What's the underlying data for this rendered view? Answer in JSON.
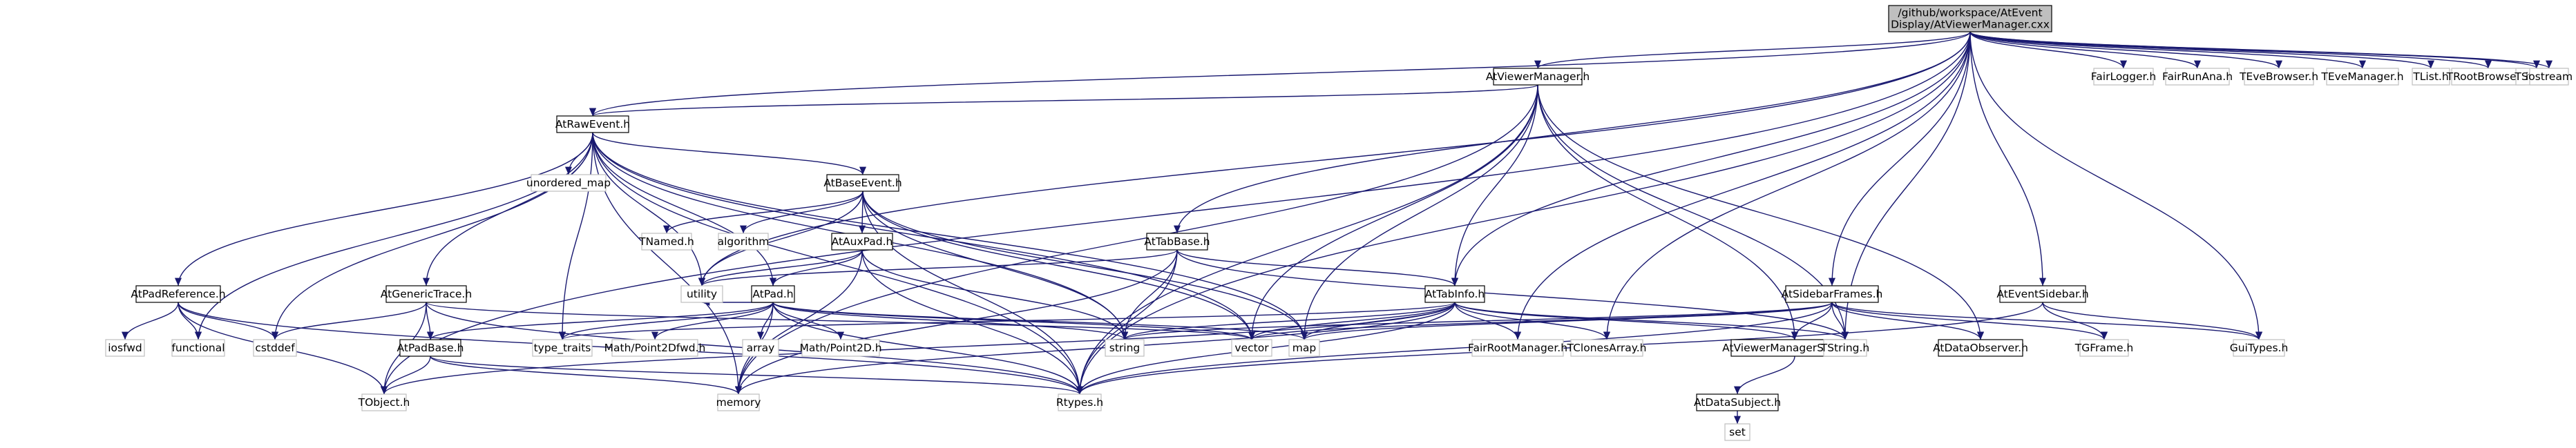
{
  "graph": {
    "title": "include-dependency-graph",
    "colors": {
      "edge": "#191970",
      "node_fill": "#ffffff",
      "node_border": "#000000",
      "system_border": "#bfbfbf",
      "root_fill": "#bfbfbf",
      "system_text": "#000000"
    },
    "root": {
      "id": "root",
      "lines": [
        "/github/workspace/AtEvent",
        "Display/AtViewerManager.cxx"
      ]
    },
    "nodes": [
      {
        "id": "AtViewerManager",
        "label": "AtViewerManager.h",
        "kind": "project"
      },
      {
        "id": "AtRawEvent",
        "label": "AtRawEvent.h",
        "kind": "project"
      },
      {
        "id": "AtBaseEvent",
        "label": "AtBaseEvent.h",
        "kind": "project"
      },
      {
        "id": "AtAuxPad",
        "label": "AtAuxPad.h",
        "kind": "project"
      },
      {
        "id": "AtTabBase",
        "label": "AtTabBase.h",
        "kind": "project"
      },
      {
        "id": "AtPadReference",
        "label": "AtPadReference.h",
        "kind": "project"
      },
      {
        "id": "AtGenericTrace",
        "label": "AtGenericTrace.h",
        "kind": "project"
      },
      {
        "id": "AtPad",
        "label": "AtPad.h",
        "kind": "project"
      },
      {
        "id": "AtTabInfo",
        "label": "AtTabInfo.h",
        "kind": "project"
      },
      {
        "id": "AtSidebarFrames",
        "label": "AtSidebarFrames.h",
        "kind": "project"
      },
      {
        "id": "AtEventSidebar",
        "label": "AtEventSidebar.h",
        "kind": "project"
      },
      {
        "id": "AtPadBase",
        "label": "AtPadBase.h",
        "kind": "project"
      },
      {
        "id": "AtViewerManagerSubject",
        "label": "AtViewerManagerSubject.h",
        "kind": "project"
      },
      {
        "id": "AtDataObserver",
        "label": "AtDataObserver.h",
        "kind": "project"
      },
      {
        "id": "AtDataSubject",
        "label": "AtDataSubject.h",
        "kind": "project"
      },
      {
        "id": "FairLogger",
        "label": "FairLogger.h",
        "kind": "system"
      },
      {
        "id": "FairRunAna",
        "label": "FairRunAna.h",
        "kind": "system"
      },
      {
        "id": "TEveBrowser",
        "label": "TEveBrowser.h",
        "kind": "system"
      },
      {
        "id": "TEveManager",
        "label": "TEveManager.h",
        "kind": "system"
      },
      {
        "id": "TList",
        "label": "TList.h",
        "kind": "system"
      },
      {
        "id": "TRootBrowser",
        "label": "TRootBrowser.h",
        "kind": "system"
      },
      {
        "id": "TStyle",
        "label": "TStyle.h",
        "kind": "system"
      },
      {
        "id": "iostream",
        "label": "iostream",
        "kind": "system"
      },
      {
        "id": "unordered_map",
        "label": "unordered_map",
        "kind": "system"
      },
      {
        "id": "TNamed",
        "label": "TNamed.h",
        "kind": "system"
      },
      {
        "id": "algorithm",
        "label": "algorithm",
        "kind": "system"
      },
      {
        "id": "utility",
        "label": "utility",
        "kind": "system"
      },
      {
        "id": "iosfwd",
        "label": "iosfwd",
        "kind": "system"
      },
      {
        "id": "functional",
        "label": "functional",
        "kind": "system"
      },
      {
        "id": "cstddef",
        "label": "cstddef",
        "kind": "system"
      },
      {
        "id": "type_traits",
        "label": "type_traits",
        "kind": "system"
      },
      {
        "id": "MathPoint2Dfwd",
        "label": "Math/Point2Dfwd.h",
        "kind": "system"
      },
      {
        "id": "array",
        "label": "array",
        "kind": "system"
      },
      {
        "id": "MathPoint2D",
        "label": "Math/Point2D.h",
        "kind": "system"
      },
      {
        "id": "string",
        "label": "string",
        "kind": "system"
      },
      {
        "id": "vector",
        "label": "vector",
        "kind": "system"
      },
      {
        "id": "map",
        "label": "map",
        "kind": "system"
      },
      {
        "id": "FairRootManager",
        "label": "FairRootManager.h",
        "kind": "system"
      },
      {
        "id": "TClonesArray",
        "label": "TClonesArray.h",
        "kind": "system"
      },
      {
        "id": "TString",
        "label": "TString.h",
        "kind": "system"
      },
      {
        "id": "TGFrame",
        "label": "TGFrame.h",
        "kind": "system"
      },
      {
        "id": "GuiTypes",
        "label": "GuiTypes.h",
        "kind": "system"
      },
      {
        "id": "TObject",
        "label": "TObject.h",
        "kind": "system"
      },
      {
        "id": "memory",
        "label": "memory",
        "kind": "system"
      },
      {
        "id": "Rtypes",
        "label": "Rtypes.h",
        "kind": "system"
      },
      {
        "id": "set",
        "label": "set",
        "kind": "system"
      }
    ],
    "edges": [
      [
        "root",
        "AtViewerManager"
      ],
      [
        "root",
        "FairLogger"
      ],
      [
        "root",
        "FairRunAna"
      ],
      [
        "root",
        "TEveBrowser"
      ],
      [
        "root",
        "TEveManager"
      ],
      [
        "root",
        "TList"
      ],
      [
        "root",
        "TRootBrowser"
      ],
      [
        "root",
        "TStyle"
      ],
      [
        "root",
        "iostream"
      ],
      [
        "root",
        "AtRawEvent"
      ],
      [
        "root",
        "AtTabBase"
      ],
      [
        "root",
        "AtSidebarFrames"
      ],
      [
        "root",
        "AtEventSidebar"
      ],
      [
        "root",
        "AtTabInfo"
      ],
      [
        "root",
        "FairRootManager"
      ],
      [
        "root",
        "TClonesArray"
      ],
      [
        "root",
        "TString"
      ],
      [
        "root",
        "GuiTypes"
      ],
      [
        "root",
        "Rtypes"
      ],
      [
        "root",
        "TObject"
      ],
      [
        "root",
        "utility"
      ],
      [
        "AtViewerManager",
        "AtRawEvent"
      ],
      [
        "AtViewerManager",
        "AtTabInfo"
      ],
      [
        "AtViewerManager",
        "AtViewerManagerSubject"
      ],
      [
        "AtViewerManager",
        "AtDataObserver"
      ],
      [
        "AtViewerManager",
        "TString"
      ],
      [
        "AtViewerManager",
        "map"
      ],
      [
        "AtViewerManager",
        "vector"
      ],
      [
        "AtViewerManager",
        "memory"
      ],
      [
        "AtViewerManager",
        "Rtypes"
      ],
      [
        "AtRawEvent",
        "AtBaseEvent"
      ],
      [
        "AtRawEvent",
        "AtPadReference"
      ],
      [
        "AtRawEvent",
        "AtGenericTrace"
      ],
      [
        "AtRawEvent",
        "unordered_map"
      ],
      [
        "AtRawEvent",
        "utility"
      ],
      [
        "AtRawEvent",
        "functional"
      ],
      [
        "AtRawEvent",
        "cstddef"
      ],
      [
        "AtRawEvent",
        "type_traits"
      ],
      [
        "AtRawEvent",
        "string"
      ],
      [
        "AtRawEvent",
        "vector"
      ],
      [
        "AtRawEvent",
        "map"
      ],
      [
        "AtRawEvent",
        "memory"
      ],
      [
        "AtRawEvent",
        "Rtypes"
      ],
      [
        "AtRawEvent",
        "AtPad"
      ],
      [
        "AtBaseEvent",
        "AtAuxPad"
      ],
      [
        "AtBaseEvent",
        "TNamed"
      ],
      [
        "AtBaseEvent",
        "algorithm"
      ],
      [
        "AtBaseEvent",
        "utility"
      ],
      [
        "AtBaseEvent",
        "string"
      ],
      [
        "AtBaseEvent",
        "map"
      ],
      [
        "AtBaseEvent",
        "vector"
      ],
      [
        "AtBaseEvent",
        "Rtypes"
      ],
      [
        "AtAuxPad",
        "AtPad"
      ],
      [
        "AtAuxPad",
        "utility"
      ],
      [
        "AtAuxPad",
        "string"
      ],
      [
        "AtAuxPad",
        "memory"
      ],
      [
        "AtAuxPad",
        "Rtypes"
      ],
      [
        "AtTabBase",
        "AtTabInfo"
      ],
      [
        "AtTabBase",
        "utility"
      ],
      [
        "AtTabBase",
        "string"
      ],
      [
        "AtTabBase",
        "memory"
      ],
      [
        "AtTabBase",
        "Rtypes"
      ],
      [
        "AtTabBase",
        "TString"
      ],
      [
        "AtPadReference",
        "iosfwd"
      ],
      [
        "AtPadReference",
        "functional"
      ],
      [
        "AtPadReference",
        "cstddef"
      ],
      [
        "AtPadReference",
        "TObject"
      ],
      [
        "AtPadReference",
        "Rtypes"
      ],
      [
        "AtGenericTrace",
        "AtPadBase"
      ],
      [
        "AtGenericTrace",
        "cstddef"
      ],
      [
        "AtGenericTrace",
        "TObject"
      ],
      [
        "AtGenericTrace",
        "Rtypes"
      ],
      [
        "AtGenericTrace",
        "vector"
      ],
      [
        "AtPad",
        "AtPadBase"
      ],
      [
        "AtPad",
        "type_traits"
      ],
      [
        "AtPad",
        "MathPoint2Dfwd"
      ],
      [
        "AtPad",
        "array"
      ],
      [
        "AtPad",
        "MathPoint2D"
      ],
      [
        "AtPad",
        "string"
      ],
      [
        "AtPad",
        "map"
      ],
      [
        "AtPad",
        "memory"
      ],
      [
        "AtPad",
        "Rtypes"
      ],
      [
        "AtPad",
        "utility"
      ],
      [
        "AtPad",
        "vector"
      ],
      [
        "AtPadBase",
        "TObject"
      ],
      [
        "AtPadBase",
        "memory"
      ],
      [
        "AtPadBase",
        "Rtypes"
      ],
      [
        "AtTabInfo",
        "FairRootManager"
      ],
      [
        "AtTabInfo",
        "TClonesArray"
      ],
      [
        "AtTabInfo",
        "AtViewerManagerSubject"
      ],
      [
        "AtTabInfo",
        "TString"
      ],
      [
        "AtTabInfo",
        "map"
      ],
      [
        "AtTabInfo",
        "memory"
      ],
      [
        "AtTabInfo",
        "string"
      ],
      [
        "AtTabInfo",
        "Rtypes"
      ],
      [
        "AtTabInfo",
        "type_traits"
      ],
      [
        "AtTabInfo",
        "vector"
      ],
      [
        "AtTabInfo",
        "TObject"
      ],
      [
        "AtSidebarFrames",
        "AtViewerManagerSubject"
      ],
      [
        "AtSidebarFrames",
        "AtDataObserver"
      ],
      [
        "AtSidebarFrames",
        "TGFrame"
      ],
      [
        "AtSidebarFrames",
        "GuiTypes"
      ],
      [
        "AtSidebarFrames",
        "TString"
      ],
      [
        "AtSidebarFrames",
        "string"
      ],
      [
        "AtSidebarFrames",
        "map"
      ],
      [
        "AtSidebarFrames",
        "vector"
      ],
      [
        "AtSidebarFrames",
        "Rtypes"
      ],
      [
        "AtEventSidebar",
        "TGFrame"
      ],
      [
        "AtEventSidebar",
        "GuiTypes"
      ],
      [
        "AtEventSidebar",
        "Rtypes"
      ],
      [
        "AtViewerManagerSubject",
        "AtDataSubject"
      ],
      [
        "AtDataSubject",
        "set"
      ]
    ]
  }
}
